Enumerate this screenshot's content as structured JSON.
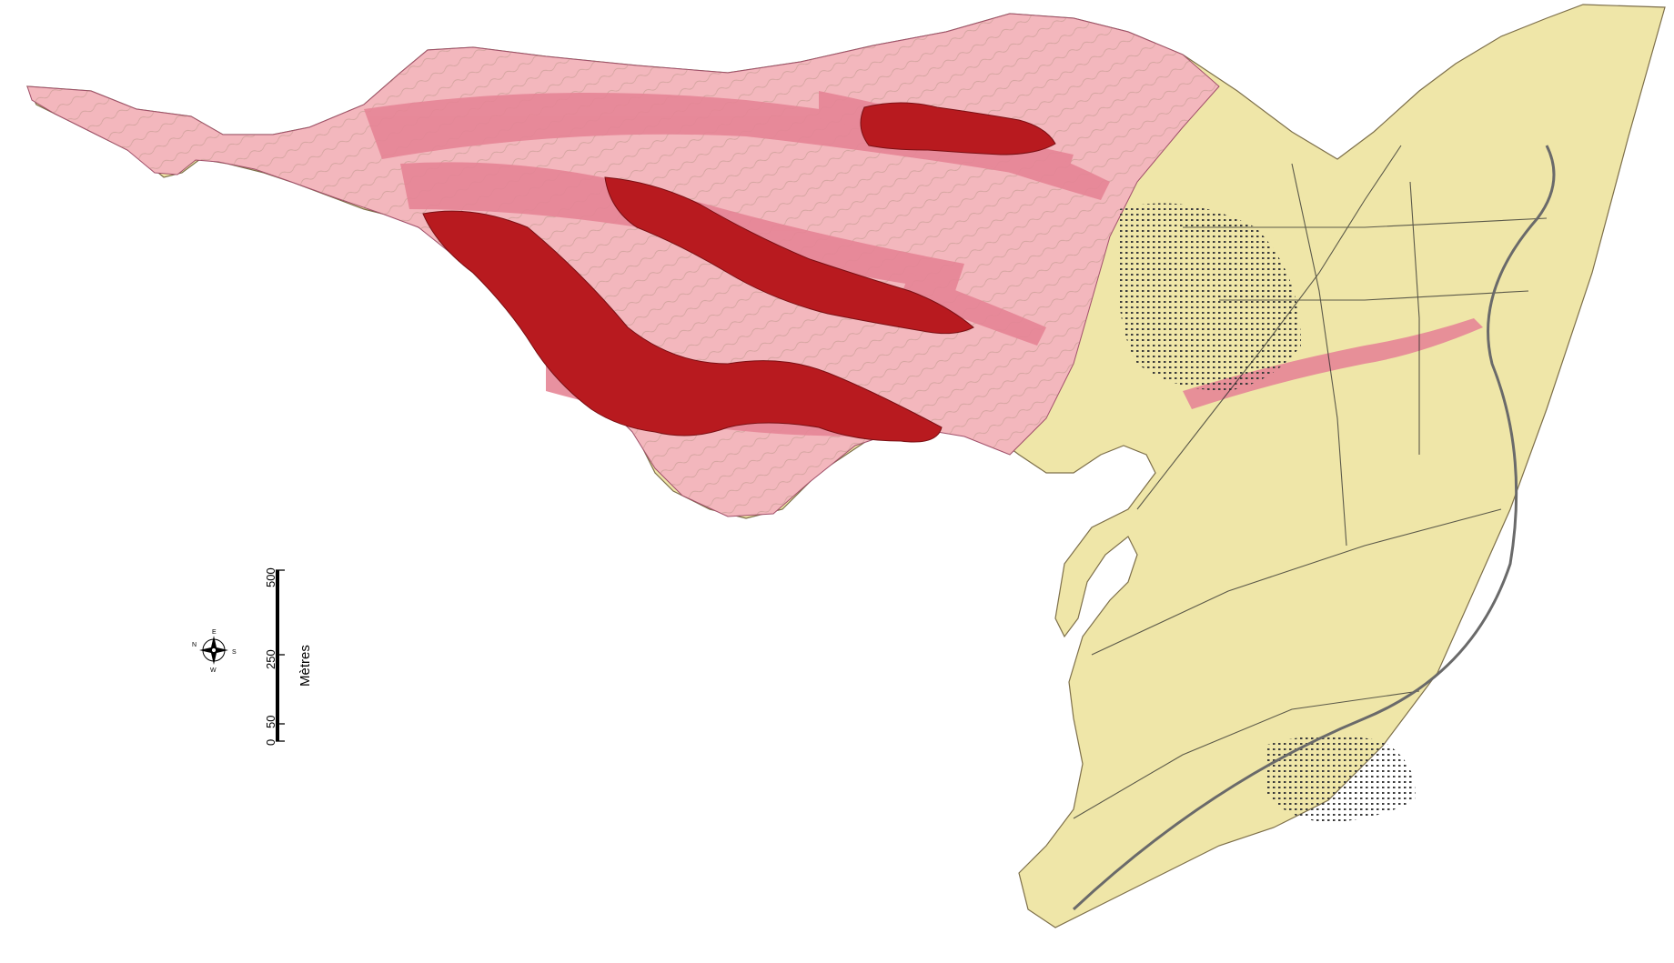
{
  "map": {
    "colors": {
      "background": "#ffffff",
      "plain": "#efe6a8",
      "moderate_hazard": "#e68596",
      "light_hazard": "#f3b7bd",
      "high_hazard": "#b81a1f",
      "urban": "#6b6f7a",
      "roads": "#2a2a2a",
      "railway": "#6a6a6a"
    },
    "scale_bar": {
      "ticks": [
        "0",
        "50",
        "250",
        "500"
      ],
      "unit": "Mètres"
    },
    "compass": {
      "north": "N",
      "east": "E",
      "south": "S",
      "west": "W"
    }
  }
}
